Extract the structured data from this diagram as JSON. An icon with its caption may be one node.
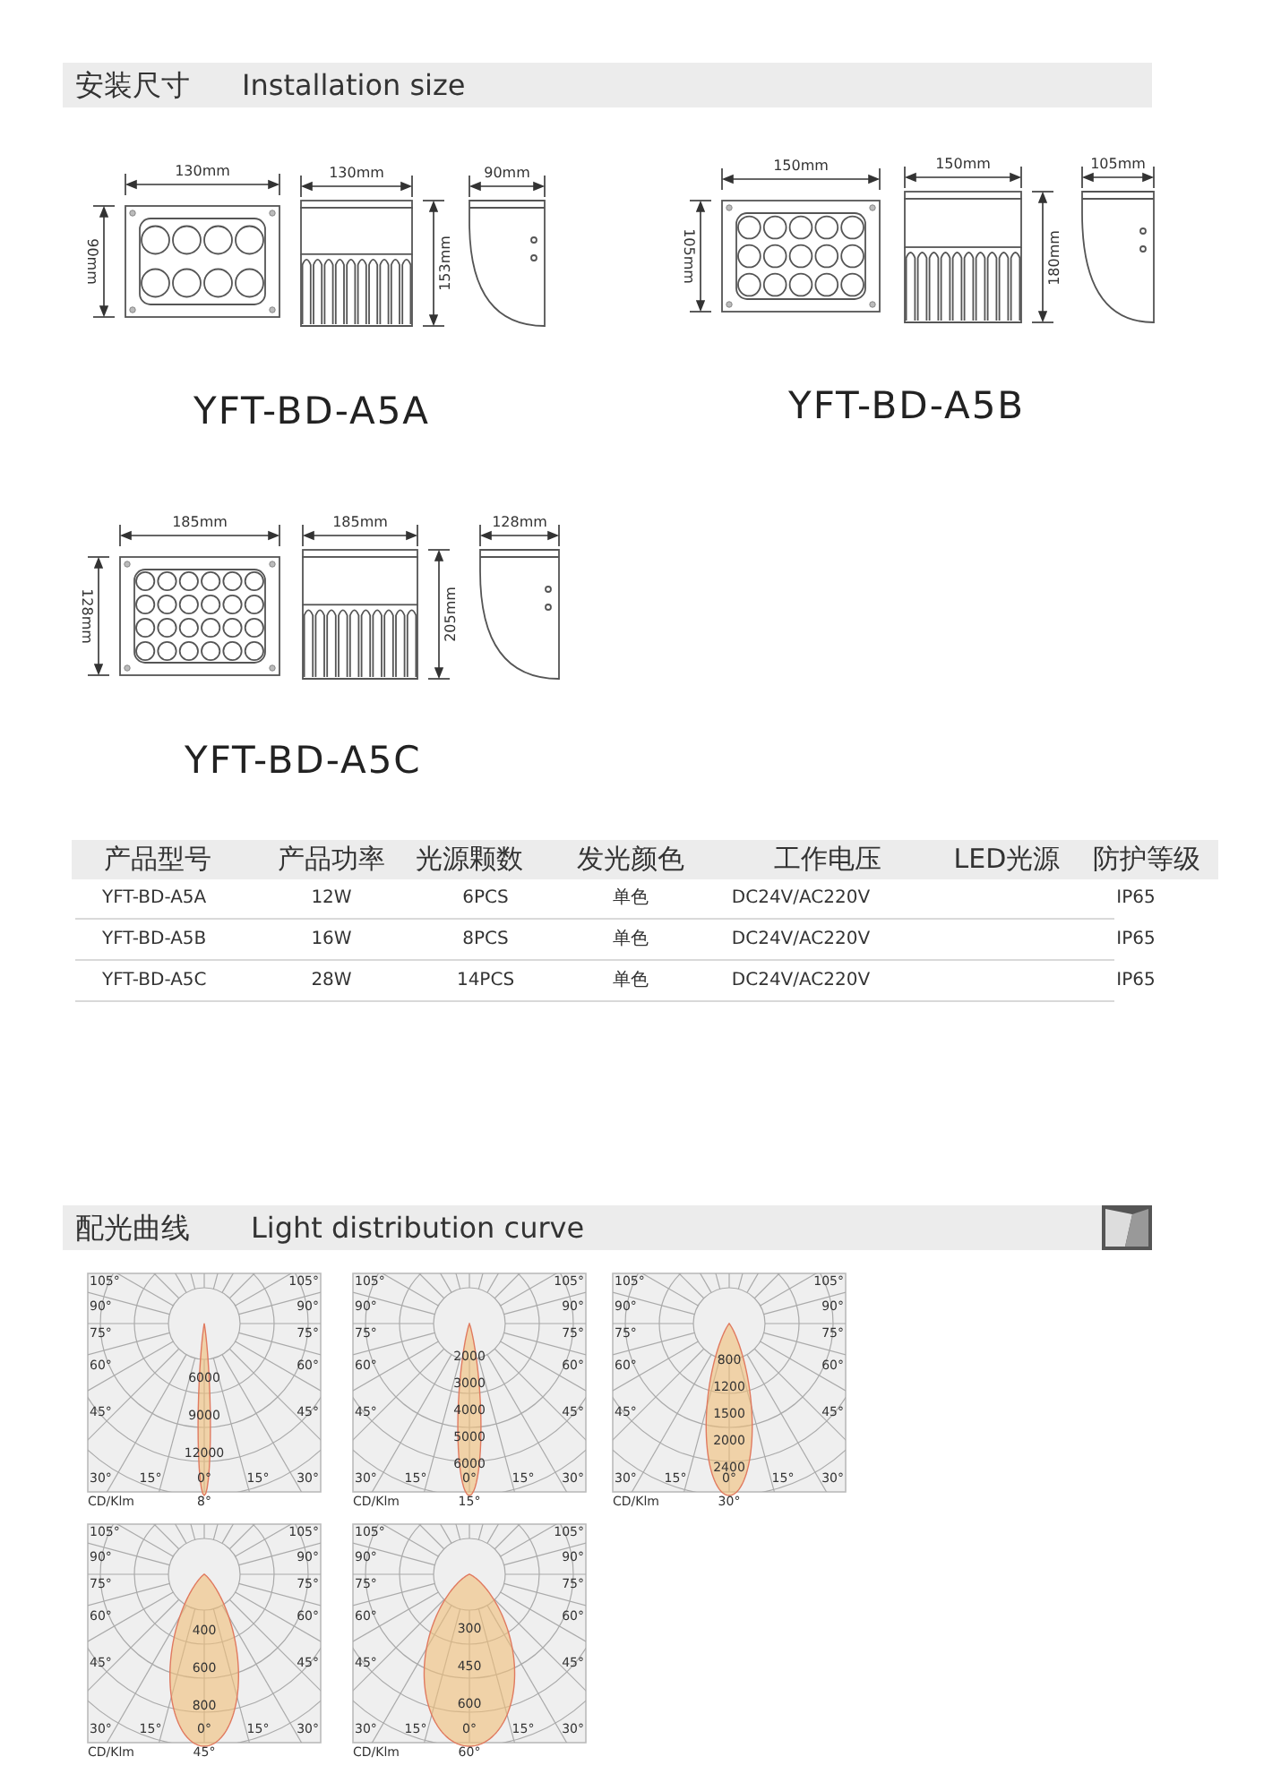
{
  "diagram": {
    "labels": [
      "安装尺寸",
      "Installation size",
      "130mm",
      "90mm",
      "130mm",
      "153mm",
      "90mm",
      "YFT-BD-A5A",
      "150mm",
      "105mm",
      "150mm",
      "180mm",
      "105mm",
      "YFT-BD-A5B",
      "185mm",
      "128mm",
      "185mm",
      "205mm",
      "128mm",
      "YFT-BD-A5C",
      "产品型号",
      "产品功率",
      "光源颗数",
      "发光颜色",
      "工作电压",
      "LED光源",
      "防护等级",
      "YFT-BD-A5A",
      "12W",
      "6PCS",
      "单色",
      "DC24V/AC220V",
      "IP65",
      "YFT-BD-A5B",
      "16W",
      "8PCS",
      "单色",
      "DC24V/AC220V",
      "IP65",
      "YFT-BD-A5C",
      "28W",
      "14PCS",
      "单色",
      "DC24V/AC220V",
      "IP65",
      "配光曲线",
      "Light distribution curve",
      "105°",
      "105°",
      "90°",
      "90°",
      "75°",
      "75°",
      "60°",
      "60°",
      "45°",
      "45°",
      "6000",
      "9000",
      "12000",
      "30°",
      "15°",
      "0°",
      "15°",
      "30°",
      "CD/Klm",
      "8°",
      "105°",
      "105°",
      "90°",
      "90°",
      "75°",
      "75°",
      "60°",
      "60°",
      "45°",
      "45°",
      "2000",
      "3000",
      "4000",
      "5000",
      "6000",
      "30°",
      "15°",
      "0°",
      "15°",
      "30°",
      "CD/Klm",
      "15°",
      "105°",
      "105°",
      "90°",
      "90°",
      "75°",
      "75°",
      "60°",
      "60°",
      "45°",
      "45°",
      "800",
      "1200",
      "1500",
      "2000",
      "2400",
      "30°",
      "15°",
      "0°",
      "15°",
      "30°",
      "CD/Klm",
      "30°",
      "105°",
      "105°",
      "90°",
      "90°",
      "75°",
      "75°",
      "60°",
      "60°",
      "45°",
      "45°",
      "400",
      "600",
      "800",
      "30°",
      "15°",
      "0°",
      "15°",
      "30°",
      "CD/Klm",
      "45°",
      "105°",
      "105°",
      "90°",
      "90°",
      "75°",
      "75°",
      "60°",
      "60°",
      "45°",
      "45°",
      "300",
      "450",
      "600",
      "30°",
      "15°",
      "0°",
      "15°",
      "30°",
      "CD/Klm",
      "60°"
    ]
  }
}
